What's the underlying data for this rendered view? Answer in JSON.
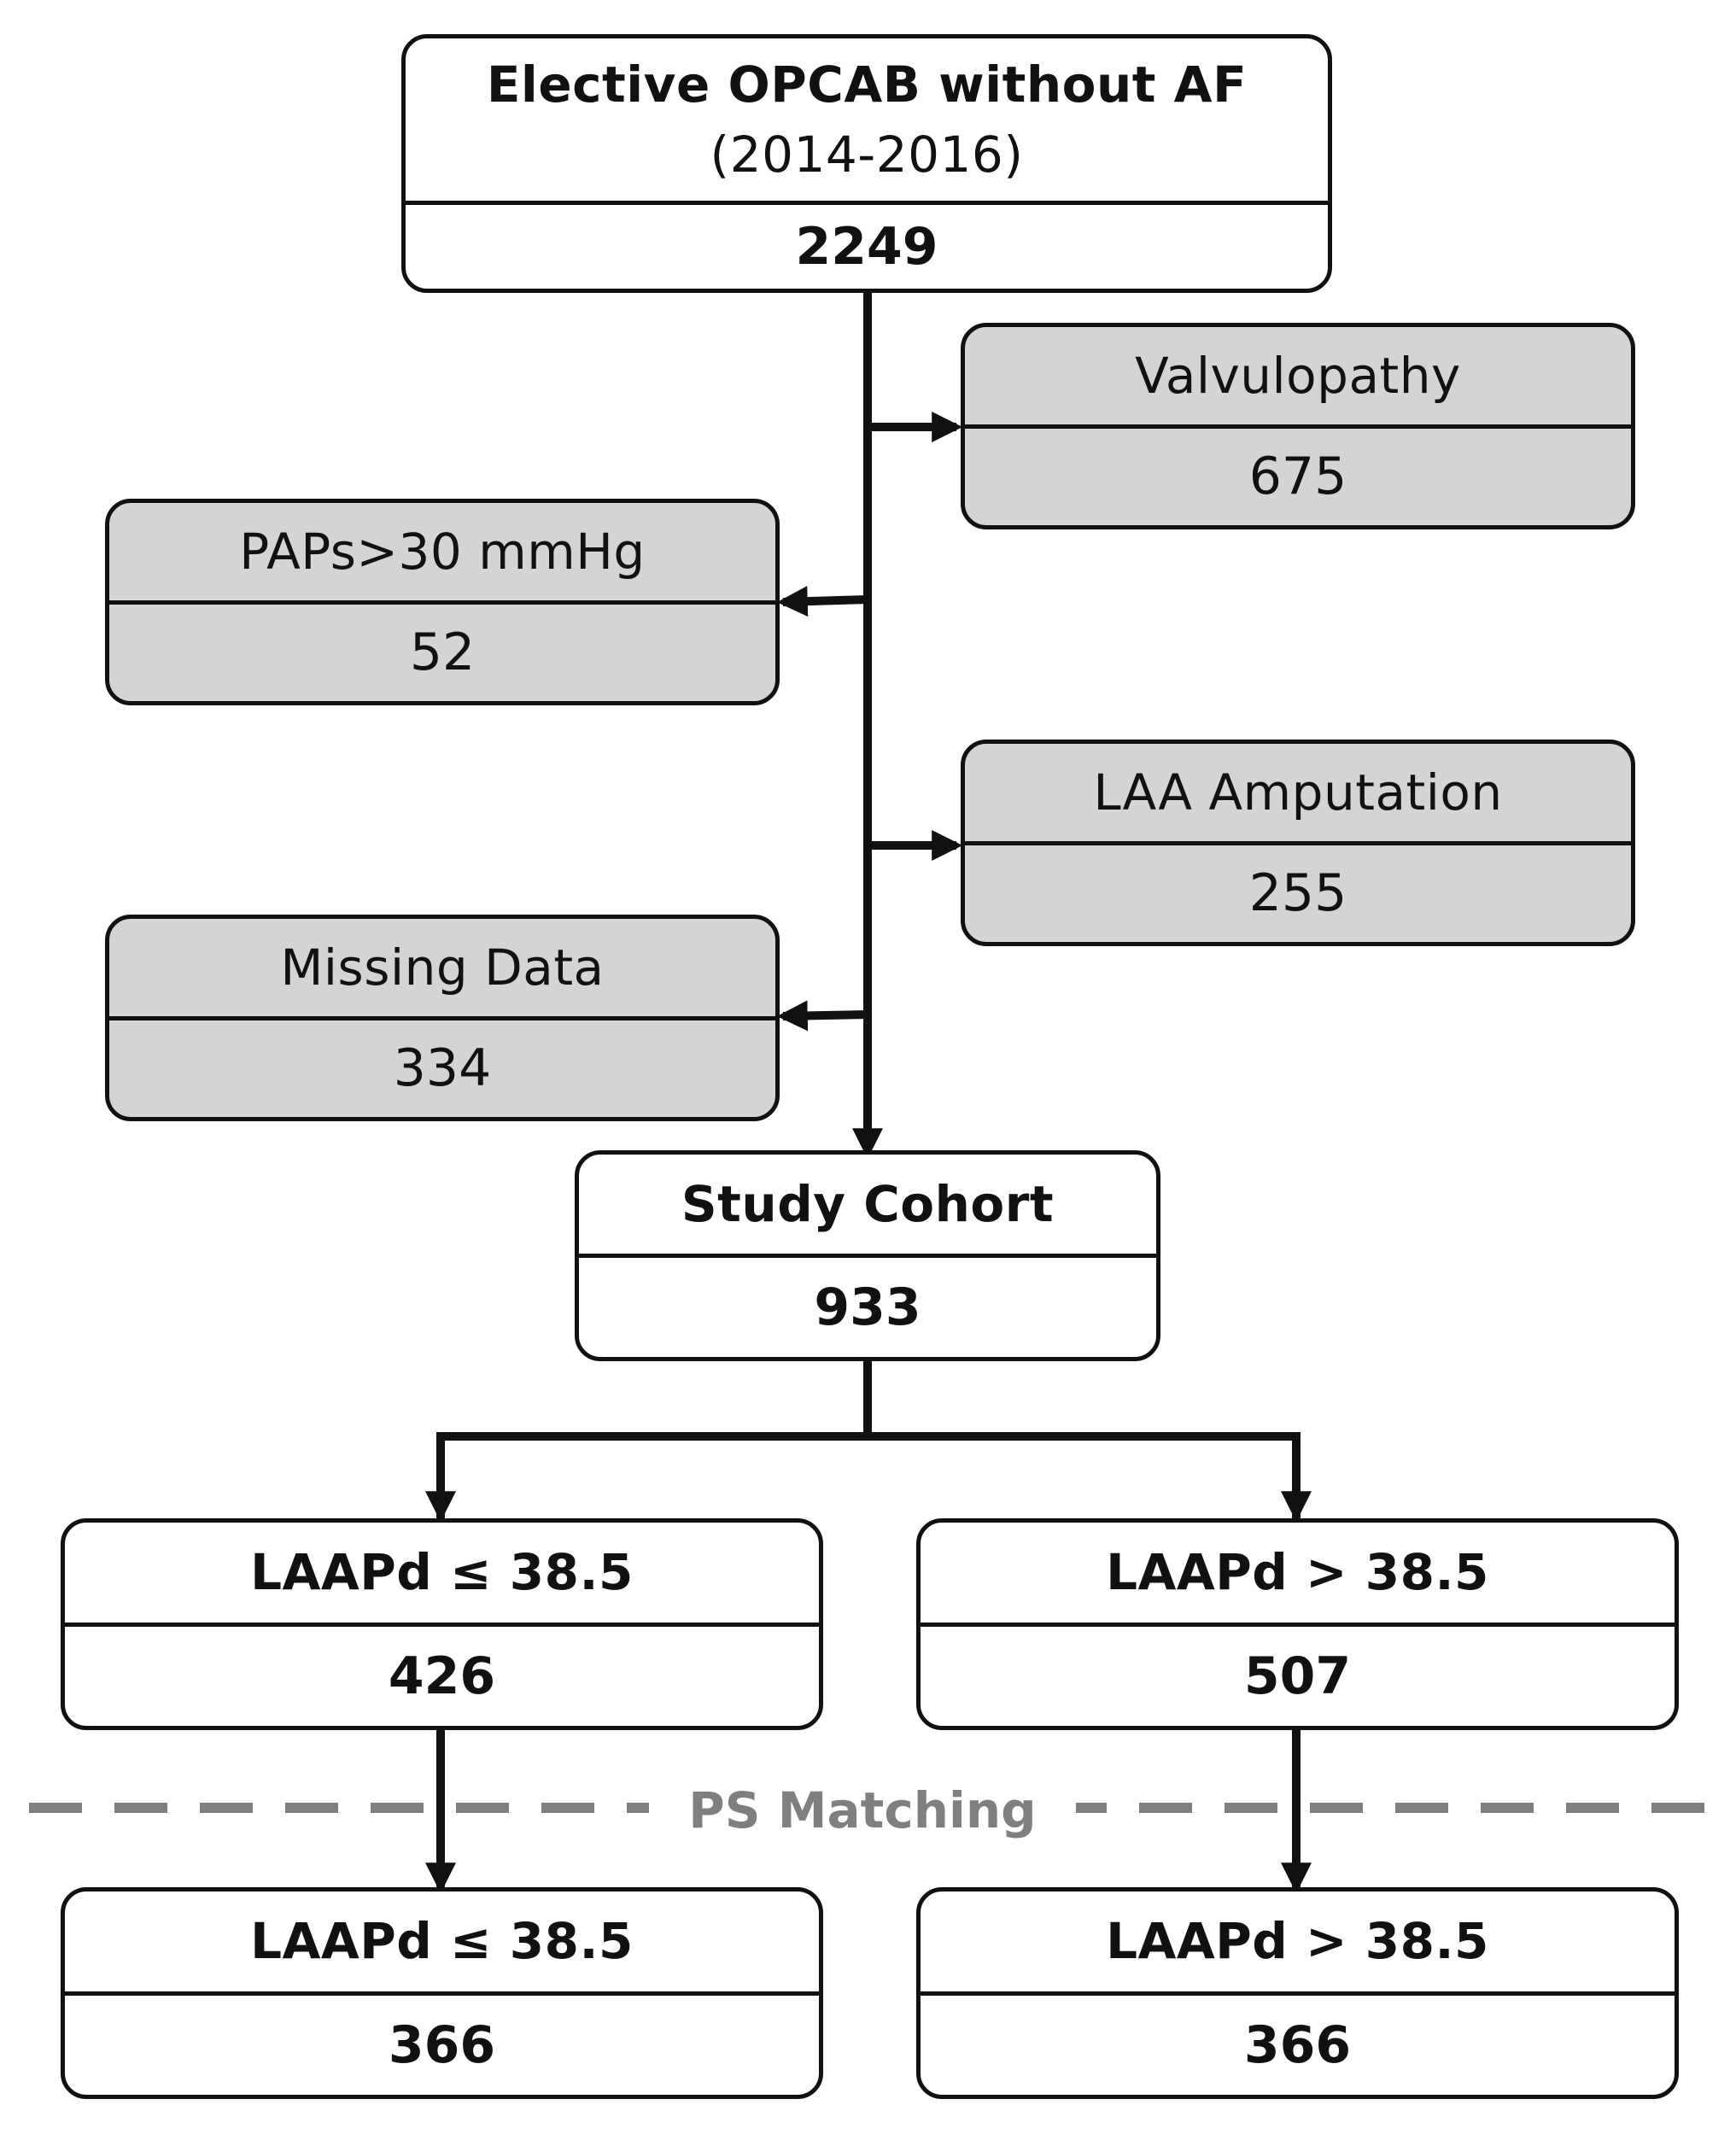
{
  "start": {
    "title": "Elective OPCAB without AF",
    "subtitle": "(2014-2016)",
    "count": "2249"
  },
  "exclusions": [
    {
      "label": "Valvulopathy",
      "count": "675"
    },
    {
      "label": "PAPs>30 mmHg",
      "count": "52"
    },
    {
      "label": "LAA Amputation",
      "count": "255"
    },
    {
      "label": "Missing Data",
      "count": "334"
    }
  ],
  "cohort": {
    "label": "Study Cohort",
    "count": "933"
  },
  "groups": [
    {
      "label": "LAAPd ≤ 38.5",
      "count": "426"
    },
    {
      "label": "LAAPd > 38.5",
      "count": "507"
    }
  ],
  "separator_label": "PS Matching",
  "matched": [
    {
      "label": "LAAPd ≤ 38.5",
      "count": "366"
    },
    {
      "label": "LAAPd > 38.5",
      "count": "366"
    }
  ],
  "colors": {
    "line": "#111111",
    "excluded_fill": "#d4d4d4",
    "separator": "#7f7f7f"
  }
}
